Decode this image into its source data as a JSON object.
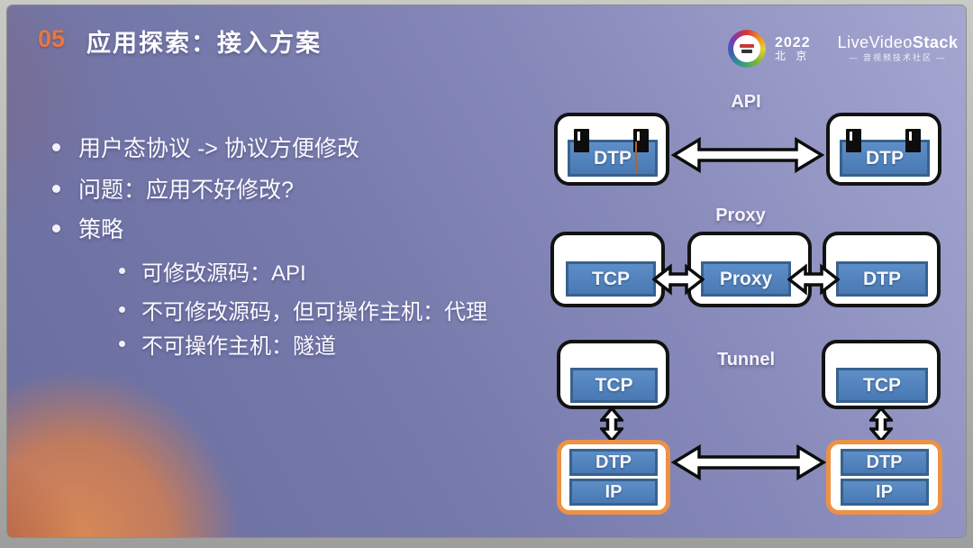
{
  "slide": {
    "number": "05",
    "title": "应用探索：接入方案"
  },
  "logo": {
    "year": "2022",
    "city": "北 京",
    "brand_light": "LiveVideo",
    "brand_bold": "Stack",
    "tagline": "— 音视频技术社区 —"
  },
  "bullets": [
    {
      "level": 1,
      "text": "用户态协议 -> 协议方便修改"
    },
    {
      "level": 1,
      "text": "问题：应用不好修改?"
    },
    {
      "level": 1,
      "text": "策略"
    },
    {
      "level": 2,
      "text": "可修改源码：API"
    },
    {
      "level": 2,
      "text": "不可修改源码，但可操作主机：代理"
    },
    {
      "level": 2,
      "text": "不可操作主机：隧道"
    }
  ],
  "diagram": {
    "api": {
      "label": "API",
      "left": "DTP",
      "right": "DTP"
    },
    "proxy": {
      "label": "Proxy",
      "left": "TCP",
      "middle": "Proxy",
      "right": "DTP"
    },
    "tunnel": {
      "label": "Tunnel",
      "left_top": "TCP",
      "right_top": "TCP",
      "left_stack": [
        "DTP",
        "IP"
      ],
      "right_stack": [
        "DTP",
        "IP"
      ]
    }
  },
  "colors": {
    "accent_orange": "#e8773f",
    "box_blue": "#4d80bb",
    "box_blue_border": "#38618e",
    "tunnel_border": "#ee9145",
    "background_purple": "#7e81b1"
  }
}
